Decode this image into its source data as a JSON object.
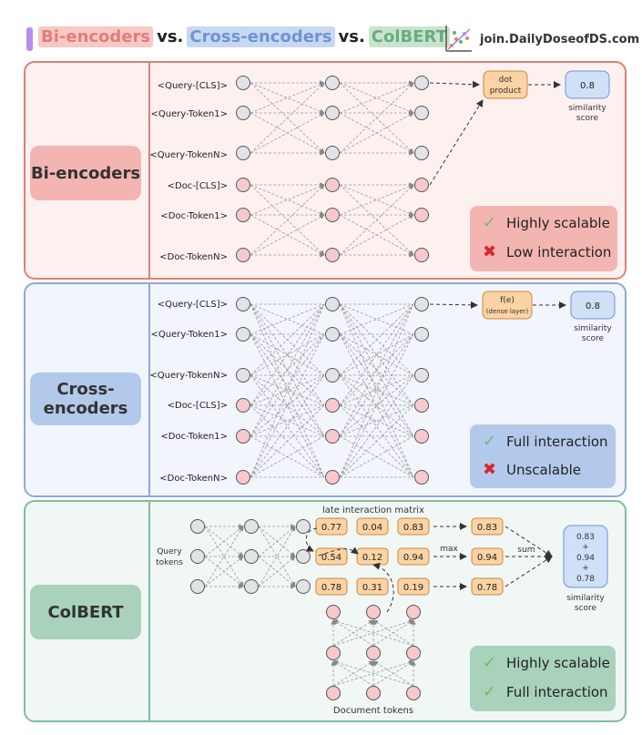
{
  "header": {
    "bi": "Bi-encoders",
    "vs1": "vs.",
    "cross": "Cross-encoders",
    "vs2": "vs.",
    "col": "ColBERT",
    "site": "join.DailyDoseofDS.com"
  },
  "bi": {
    "label": "Bi-encoders",
    "tokens": [
      "<Query-[CLS]>",
      "<Query-Token1>",
      "<Query-TokenN>",
      "<Doc-[CLS]>",
      "<Doc-Token1>",
      "<Doc-TokenN>"
    ],
    "op_line1": "dot",
    "op_line2": "product",
    "score": "0.8",
    "score_caption1": "similarity",
    "score_caption2": "score",
    "pro": "Highly scalable",
    "con": "Low interaction"
  },
  "cross": {
    "label_line1": "Cross-",
    "label_line2": "encoders",
    "tokens": [
      "<Query-[CLS]>",
      "<Query-Token1>",
      "<Query-TokenN>",
      "<Doc-[CLS]>",
      "<Doc-Token1>",
      "<Doc-TokenN>"
    ],
    "op_line1": "f(e)",
    "op_line2": "(dense layer)",
    "score": "0.8",
    "score_caption1": "similarity",
    "score_caption2": "score",
    "pro": "Full interaction",
    "con": "Unscalable"
  },
  "colbert": {
    "label": "ColBERT",
    "query_label1": "Query",
    "query_label2": "tokens",
    "matrix_title": "late interaction matrix",
    "matrix": [
      [
        "0.77",
        "0.04",
        "0.83"
      ],
      [
        "0.54",
        "0.12",
        "0.94"
      ],
      [
        "0.78",
        "0.31",
        "0.19"
      ]
    ],
    "max_label": "max",
    "max_values": [
      "0.83",
      "0.94",
      "0.78"
    ],
    "sum_label": "sum",
    "score_lines": [
      "0.83",
      "+",
      "0.94",
      "+",
      "0.78"
    ],
    "score_caption1": "similarity",
    "score_caption2": "score",
    "doc_label": "Document tokens",
    "pro1": "Highly scalable",
    "pro2": "Full interaction"
  },
  "icons": {
    "check": "check-icon",
    "cross": "x-mark-icon"
  },
  "colors": {
    "bi_accent": "#e07e78",
    "cross_accent": "#8fa9d6",
    "colbert_accent": "#7fbd9a",
    "query_node": "#e3e3e7",
    "doc_node": "#f7c9cd",
    "op_box": "#fbd3a4"
  }
}
